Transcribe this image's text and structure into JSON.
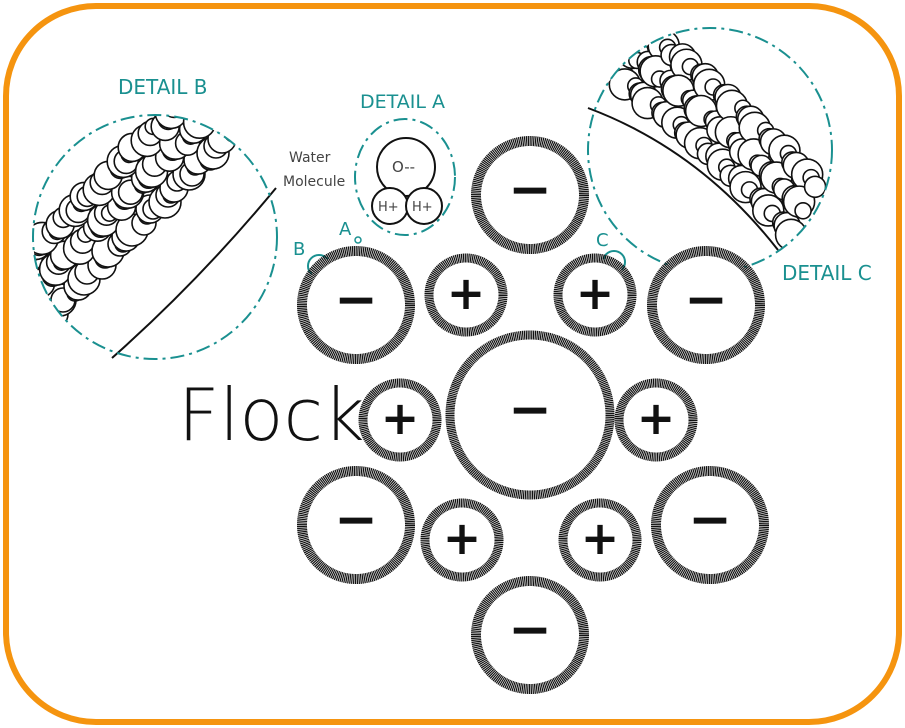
{
  "title": "Flock",
  "colors": {
    "frame": "#f5940f",
    "detail": "#1a9090",
    "ink": "#111111"
  },
  "details": {
    "a": {
      "label": "DETAIL A",
      "marker": "A"
    },
    "b": {
      "label": "DETAIL B",
      "marker": "B"
    },
    "c": {
      "label": "DETAIL C",
      "marker": "C"
    }
  },
  "water_molecule": {
    "label_line1": "Water",
    "label_line2": "Molecule",
    "oxygen": "O--",
    "hydrogen1": "H+",
    "hydrogen2": "H+"
  },
  "symbols": {
    "negative": "−",
    "positive": "+"
  }
}
